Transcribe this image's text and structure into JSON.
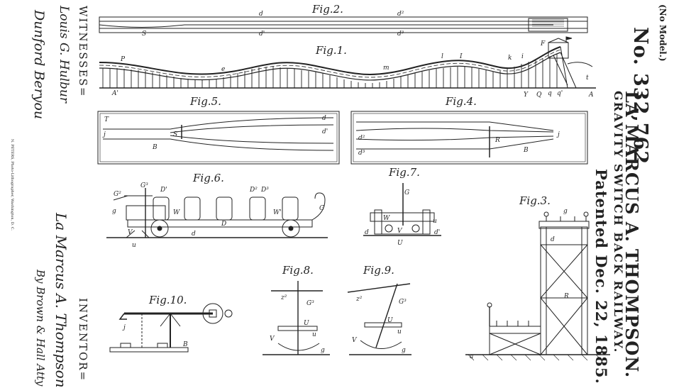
{
  "header": {
    "model_note": "(No Model.)",
    "patent_number": "No. 332,762.",
    "inventor_name": "LA MARCUS A. THOMPSON.",
    "invention_title": "GRAVITY SWITCH BACK RAILWAY.",
    "patent_date": "Patented Dec. 22, 1885."
  },
  "witnesses": {
    "label": "WITNESSES=",
    "signatures": [
      "Louis G. Hulbur",
      "Dunford Beryou"
    ]
  },
  "inventor": {
    "label": "INVENTOR=",
    "signature": "La Marcus A. Thompson",
    "attorney": "By Brown & Hall Atty"
  },
  "engraver_note": "N. PETERS, Photo-Lithographer, Washington, D. C.",
  "figures": {
    "fig1": {
      "title": "Fig.1.",
      "labels": [
        "P",
        "A'",
        "l",
        "I",
        "i",
        "k",
        "F",
        "Y",
        "Q",
        "q",
        "q'",
        "A",
        "t",
        "m",
        "e"
      ]
    },
    "fig2": {
      "title": "Fig.2.",
      "labels": [
        "S",
        "d",
        "d'",
        "d²",
        "d³"
      ]
    },
    "fig3": {
      "title": "Fig.3.",
      "labels": [
        "R",
        "a",
        "g",
        "d"
      ]
    },
    "fig4": {
      "title": "Fig.4.",
      "labels": [
        "d²",
        "d³",
        "R",
        "B",
        "j"
      ]
    },
    "fig5": {
      "title": "Fig.5.",
      "labels": [
        "T",
        "j",
        "S",
        "B",
        "d",
        "d'"
      ]
    },
    "fig6": {
      "title": "Fig.6.",
      "labels": [
        "G²",
        "G³",
        "D'",
        "D²",
        "D³",
        "W",
        "W'",
        "g",
        "G",
        "V",
        "u",
        "d",
        "D"
      ]
    },
    "fig7": {
      "title": "Fig.7.",
      "labels": [
        "G",
        "W",
        "V",
        "u",
        "d",
        "d'",
        "U"
      ]
    },
    "fig8": {
      "title": "Fig.8.",
      "labels": [
        "z²",
        "G³",
        "U",
        "u",
        "V",
        "g"
      ]
    },
    "fig9": {
      "title": "Fig.9.",
      "labels": [
        "z²",
        "G³",
        "U",
        "u",
        "V",
        "g"
      ]
    },
    "fig10": {
      "title": "Fig.10.",
      "labels": [
        "j",
        "B"
      ]
    }
  }
}
